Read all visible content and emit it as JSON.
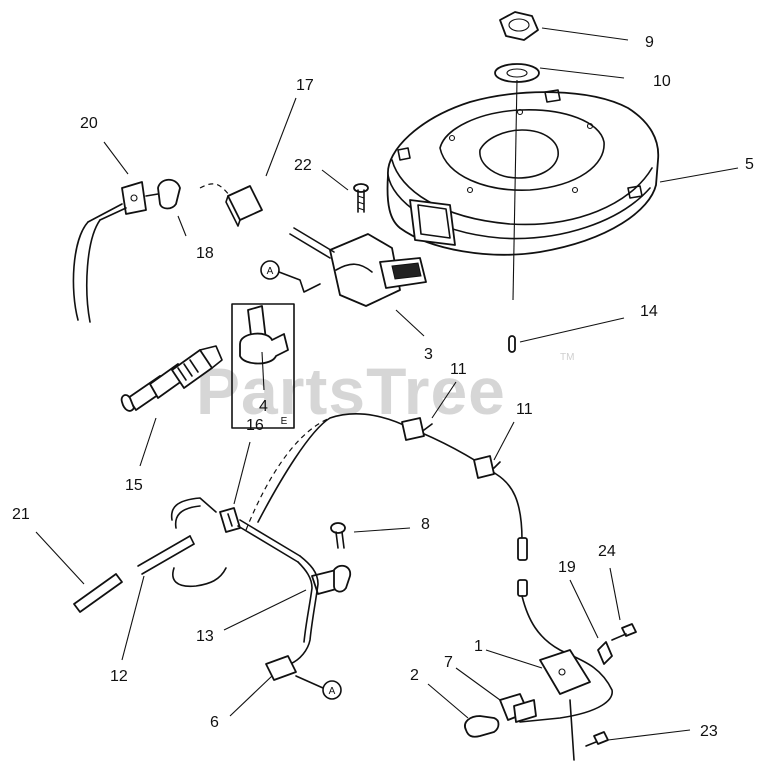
{
  "watermark": {
    "text": "PartsTree",
    "trademark": "TM"
  },
  "callouts": [
    {
      "id": "c9",
      "text": "9"
    },
    {
      "id": "c10",
      "text": "10"
    },
    {
      "id": "c5",
      "text": "5"
    },
    {
      "id": "c17",
      "text": "17"
    },
    {
      "id": "c20",
      "text": "20"
    },
    {
      "id": "c22",
      "text": "22"
    },
    {
      "id": "c18",
      "text": "18"
    },
    {
      "id": "c14",
      "text": "14"
    },
    {
      "id": "c3",
      "text": "3"
    },
    {
      "id": "c4",
      "text": "4"
    },
    {
      "id": "c11a",
      "text": "11"
    },
    {
      "id": "c11b",
      "text": "11"
    },
    {
      "id": "c15",
      "text": "15"
    },
    {
      "id": "c16",
      "text": "16"
    },
    {
      "id": "c21",
      "text": "21"
    },
    {
      "id": "c8",
      "text": "8"
    },
    {
      "id": "c12",
      "text": "12"
    },
    {
      "id": "c13",
      "text": "13"
    },
    {
      "id": "c19",
      "text": "19"
    },
    {
      "id": "c24",
      "text": "24"
    },
    {
      "id": "c1",
      "text": "1"
    },
    {
      "id": "c2",
      "text": "2"
    },
    {
      "id": "c7",
      "text": "7"
    },
    {
      "id": "c6",
      "text": "6"
    },
    {
      "id": "c23",
      "text": "23"
    }
  ],
  "markers": {
    "connector_a": "A",
    "inset_label": "E"
  },
  "colors": {
    "ink": "#111111",
    "watermark": "#d6d6d6",
    "background": "#ffffff"
  }
}
